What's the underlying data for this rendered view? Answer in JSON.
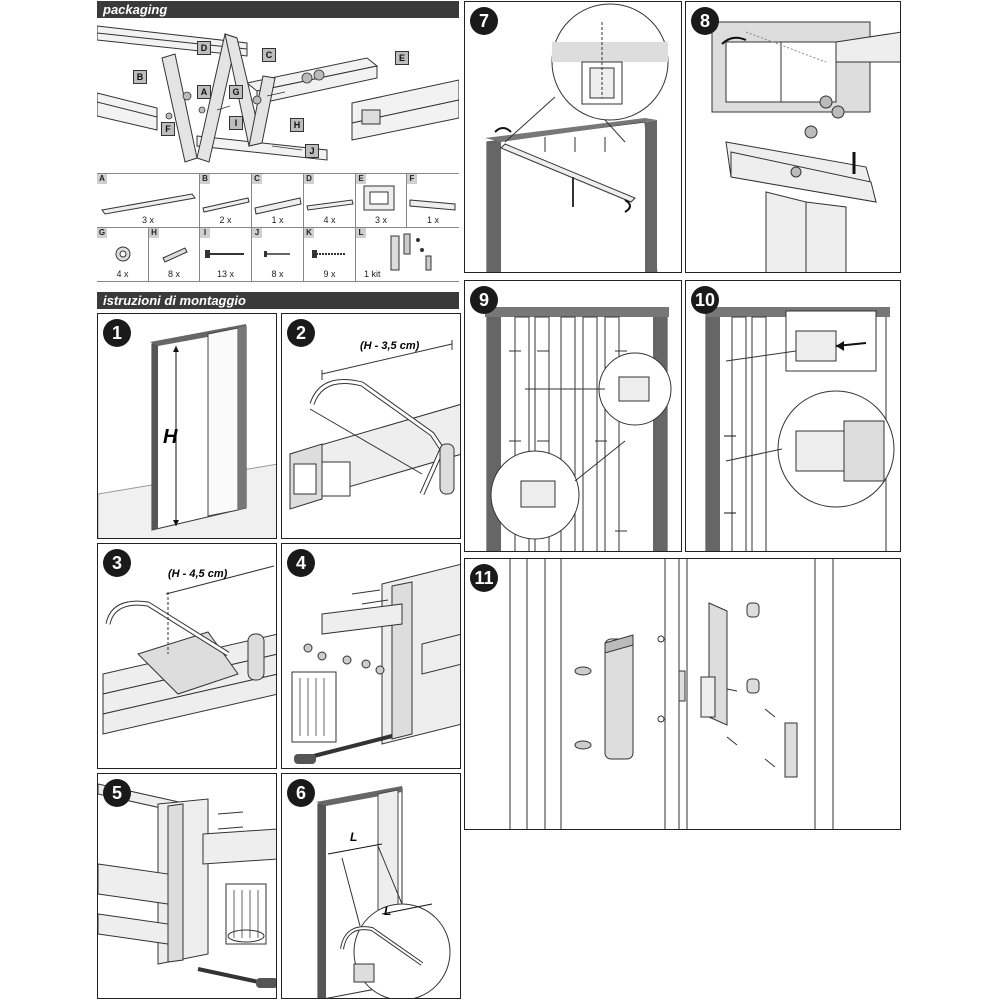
{
  "sections": {
    "packaging": "packaging",
    "instructions": "istruzioni di montaggio"
  },
  "parts": [
    {
      "code": "A",
      "qty": "3 x"
    },
    {
      "code": "B",
      "qty": "2 x"
    },
    {
      "code": "C",
      "qty": "1 x"
    },
    {
      "code": "D",
      "qty": "4 x"
    },
    {
      "code": "E",
      "qty": "3 x"
    },
    {
      "code": "F",
      "qty": "1 x"
    },
    {
      "code": "G",
      "qty": "4 x"
    },
    {
      "code": "H",
      "qty": "8 x"
    },
    {
      "code": "I",
      "qty": "13 x"
    },
    {
      "code": "J",
      "qty": "8 x"
    },
    {
      "code": "K",
      "qty": "9 x"
    },
    {
      "code": "L",
      "qty": "1 kit"
    }
  ],
  "callouts": [
    "D",
    "C",
    "E",
    "B",
    "A",
    "G",
    "I",
    "F",
    "H",
    "J"
  ],
  "steps": {
    "s1": {
      "number": "1",
      "label": "H"
    },
    "s2": {
      "number": "2",
      "label": "(H - 3,5 cm)"
    },
    "s3": {
      "number": "3",
      "label": "(H - 4,5 cm)"
    },
    "s4": {
      "number": "4"
    },
    "s5": {
      "number": "5"
    },
    "s6": {
      "number": "6",
      "label": "L",
      "label2": "L"
    },
    "s7": {
      "number": "7"
    },
    "s8": {
      "number": "8"
    },
    "s9": {
      "number": "9"
    },
    "s10": {
      "number": "10"
    },
    "s11": {
      "number": "11"
    }
  }
}
